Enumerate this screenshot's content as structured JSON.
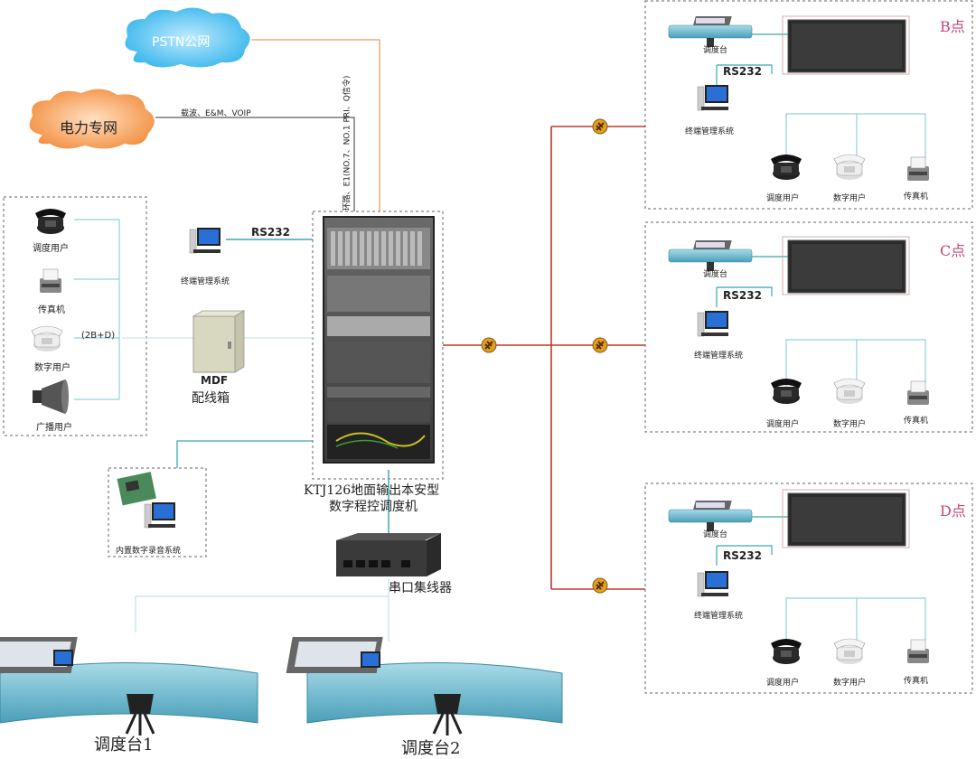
{
  "clouds": {
    "pstn": "PSTN公网",
    "power": "电力专网"
  },
  "links": {
    "power_link": "载波、E&M、VOIP",
    "pstn_link": "环路、E1(NO.7、NO.1 PRI、Q信令)",
    "rs232": "RS232",
    "isdn": "(2B+D)"
  },
  "left_group": {
    "items": [
      "调度用户",
      "传真机",
      "数字用户",
      "广播用户"
    ]
  },
  "center": {
    "terminal_mgmt": "终端管理系统",
    "mdf": "MDF",
    "mdf_box": "配线箱",
    "recorder": "内置数字录音系统",
    "switch_line1": "KTJ126地面输出本安型",
    "switch_line2": "数字程控调度机",
    "hub": "串口集线器",
    "console1": "调度台1",
    "console2": "调度台2"
  },
  "sites": [
    {
      "name": "B点",
      "console": "调度台",
      "rs232": "RS232",
      "terminal": "终端管理系统",
      "users": [
        "调度用户",
        "数字用户",
        "传真机"
      ]
    },
    {
      "name": "C点",
      "console": "调度台",
      "rs232": "RS232",
      "terminal": "终端管理系统",
      "users": [
        "调度用户",
        "数字用户",
        "传真机"
      ]
    },
    {
      "name": "D点",
      "console": "调度台",
      "rs232": "RS232",
      "terminal": "终端管理系统",
      "users": [
        "调度用户",
        "数字用户",
        "传真机"
      ]
    }
  ],
  "colors": {
    "pstn_cloud": "#4fc3ee",
    "power_cloud": "#f7a35c",
    "trunk_red": "#c0392b",
    "teal_line": "#3fa7b3",
    "orange_line": "#e0a060",
    "console_blue": "#7fc3d6"
  }
}
